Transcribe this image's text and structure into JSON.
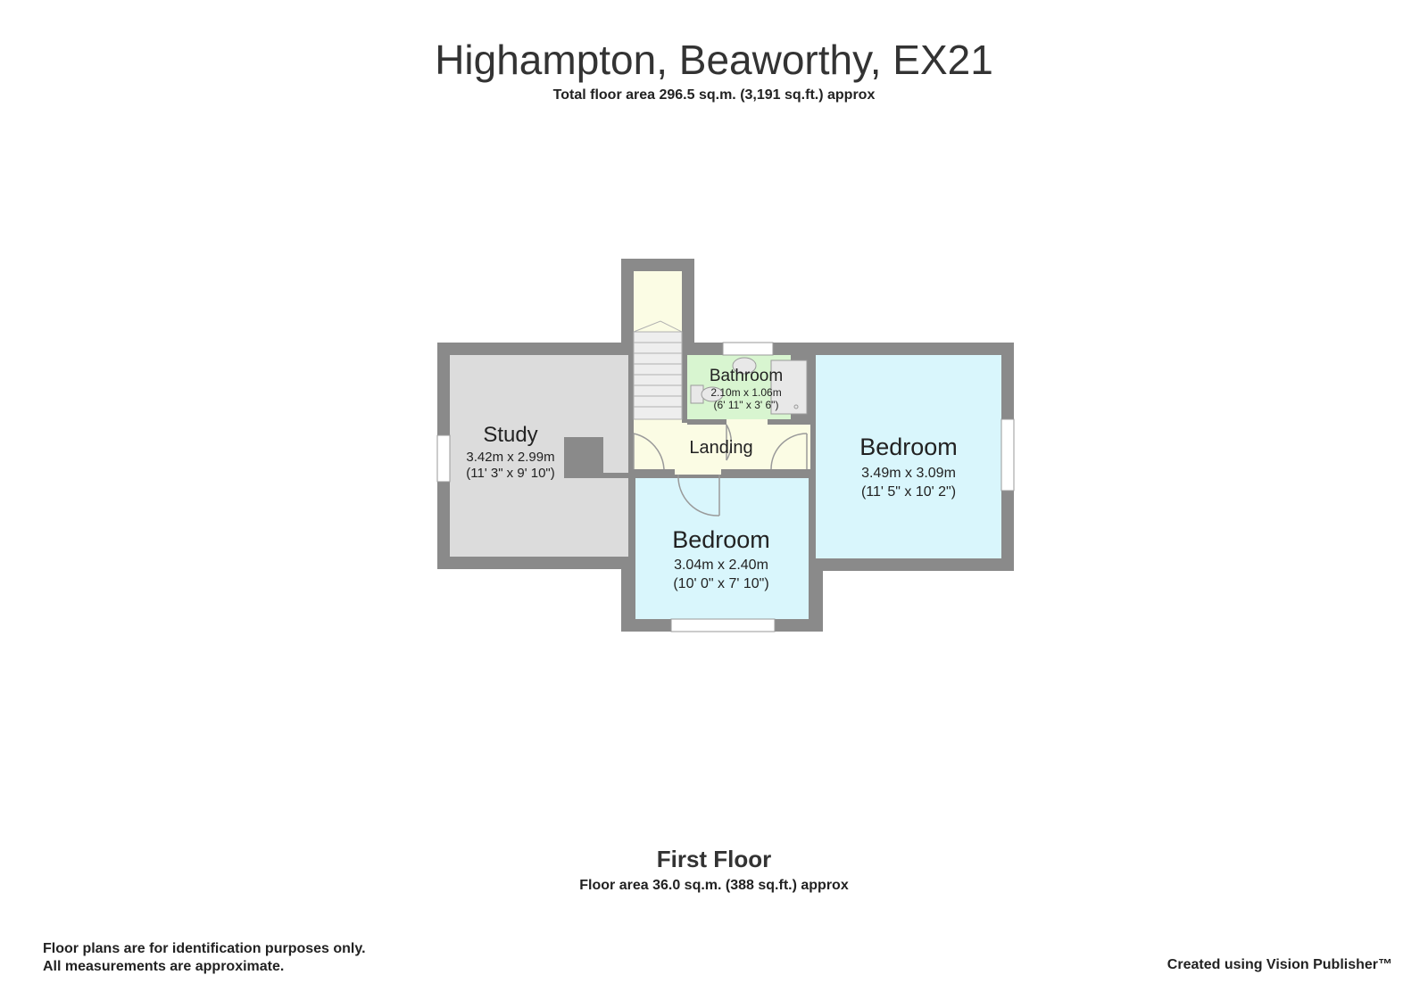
{
  "title": "Highampton, Beaworthy, EX21",
  "total_area": "Total floor area 296.5 sq.m. (3,191 sq.ft.) approx",
  "floor": {
    "name": "First Floor",
    "area": "Floor area 36.0 sq.m. (388 sq.ft.) approx"
  },
  "rooms": {
    "study": {
      "name": "Study",
      "metric": "3.42m x 2.99m",
      "imperial": "(11' 3\" x 9' 10\")"
    },
    "bathroom": {
      "name": "Bathroom",
      "metric": "2.10m x 1.06m",
      "imperial": "(6' 11\" x 3' 6\")"
    },
    "landing": {
      "name": "Landing"
    },
    "bedroom_right": {
      "name": "Bedroom",
      "metric": "3.49m x 3.09m",
      "imperial": "(11' 5\" x 10' 2\")"
    },
    "bedroom_bottom": {
      "name": "Bedroom",
      "metric": "3.04m x 2.40m",
      "imperial": "(10' 0\" x 7' 10\")"
    }
  },
  "disclaimer": {
    "line1": "Floor plans are for identification purposes only.",
    "line2": "All measurements are approximate."
  },
  "credit": "Created using Vision Publisher™",
  "colors": {
    "wall": "#8a8a8a",
    "study": "#dcdcdc",
    "bedroom": "#d9f6fc",
    "bathroom": "#d8f5d0",
    "landing": "#fbfce4"
  }
}
